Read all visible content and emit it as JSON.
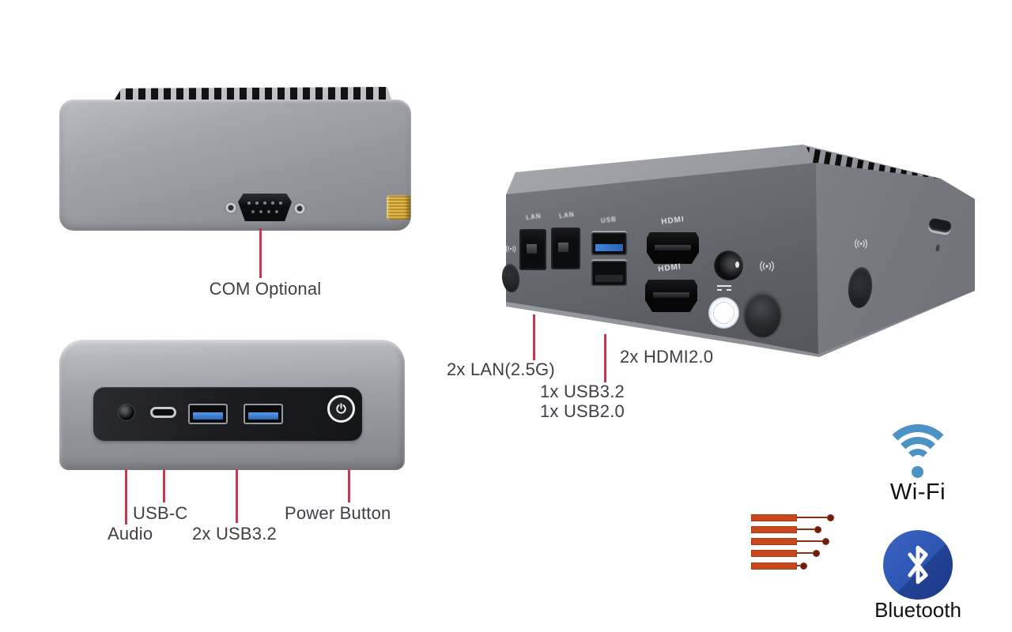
{
  "colors": {
    "accent_red": "#c43a52",
    "wifi_blue": "#4a93c4",
    "bluetooth_blue": "#2d55b2",
    "antenna_orange": "#c8491e"
  },
  "rear_view": {
    "callout_com": "COM Optional"
  },
  "front_view": {
    "callout_audio": "Audio",
    "callout_usb_c": "USB-C",
    "callout_usb3": "2x USB3.2",
    "callout_power": "Power Button"
  },
  "io_view": {
    "print_lan1": "LAN",
    "print_lan2": "LAN",
    "print_usb": "USB",
    "print_hdmi_top": "HDMI",
    "print_hdmi_bottom": "HDMI",
    "callout_lan": "2x LAN(2.5G)",
    "callout_hdmi": "2x HDMI2.0",
    "callout_usb3": "1x USB3.2",
    "callout_usb2": "1x USB2.0"
  },
  "wireless": {
    "wifi_label": "Wi-Fi",
    "bluetooth_label": "Bluetooth"
  }
}
